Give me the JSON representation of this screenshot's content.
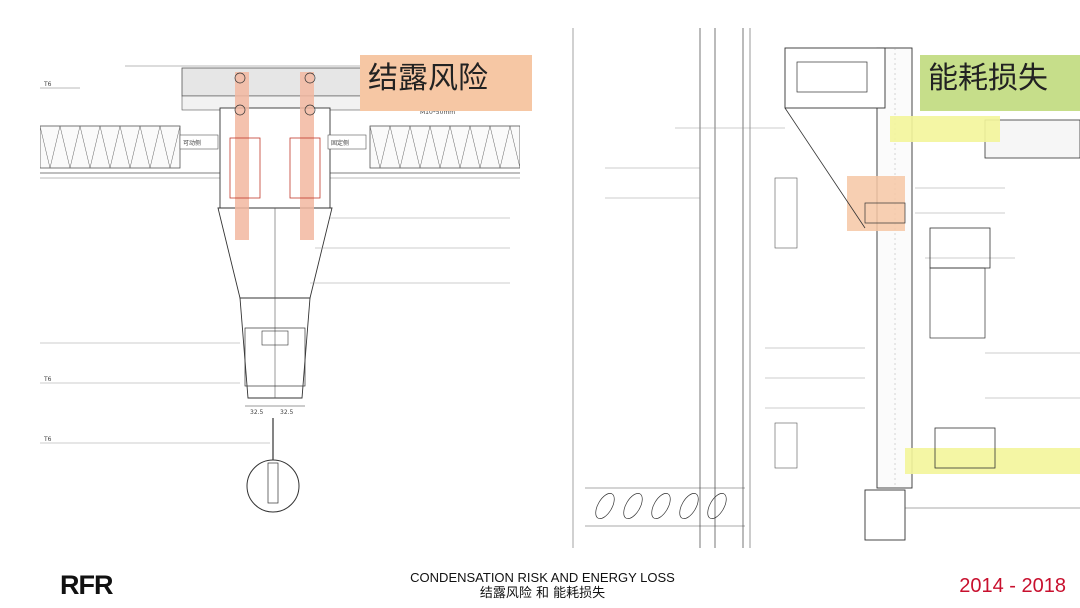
{
  "left_label": "结露风险",
  "right_label": "能耗损失",
  "left_annotations": {
    "bolt": "M10*50mm",
    "movable_side": "可动侧",
    "fixed_side": "固定侧",
    "dim_left": "32.5",
    "dim_right": "32.5",
    "t6_top": "T6",
    "t6_mid": "T6",
    "t6_low": "T6"
  },
  "footer": {
    "logo": "RFR",
    "caption_en": "CONDENSATION RISK  AND ENERGY LOSS",
    "caption_zh": "结露风险 和 能耗损失",
    "years": "2014 - 2018"
  },
  "colors": {
    "condensation_highlight": "#f6c7a4",
    "energy_highlight": "#c6de8a",
    "energy_zone": "#f3f59a",
    "years_red": "#c8102e"
  }
}
